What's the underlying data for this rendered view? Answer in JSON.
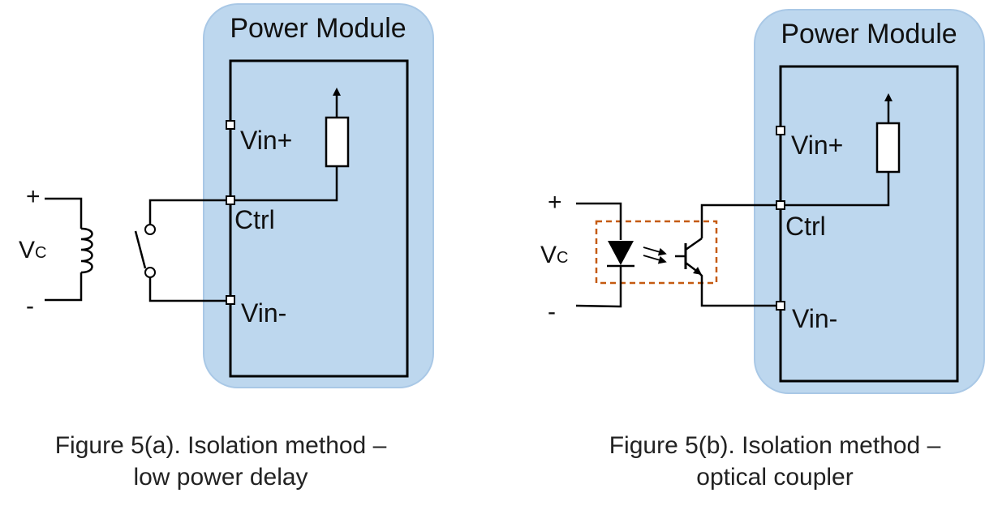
{
  "colors": {
    "module_fill": "#bdd7ee",
    "module_border": "#a9c8e6",
    "coupler_box": "#c55a11",
    "line": "#000000"
  },
  "diagram_a": {
    "module_title": "Power Module",
    "pin_vin_plus": "Vin+",
    "pin_ctrl": "Ctrl",
    "pin_vin_minus": "Vin-",
    "plus_sign": "+",
    "minus_sign": "-",
    "vc_main": "V",
    "vc_sub": "C",
    "caption_line1": "Figure 5(a). Isolation method –",
    "caption_line2": "low power delay"
  },
  "diagram_b": {
    "module_title": "Power Module",
    "pin_vin_plus": "Vin+",
    "pin_ctrl": "Ctrl",
    "pin_vin_minus": "Vin-",
    "plus_sign": "+",
    "minus_sign": "-",
    "vc_main": "V",
    "vc_sub": "C",
    "caption_line1": "Figure 5(b). Isolation method –",
    "caption_line2": "optical coupler"
  }
}
